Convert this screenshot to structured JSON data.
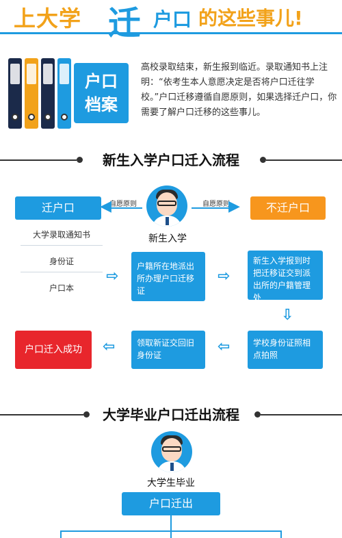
{
  "header": {
    "part1": "上大学",
    "part2": "迁",
    "part3": "户口",
    "part4": "的这些事儿!"
  },
  "intro": {
    "card_line1": "户口",
    "card_line2": "档案",
    "text": "高校录取结束，新生报到临近。录取通知书上注明：“依考生本人意愿决定是否将户口迁往学校。”户口迁移遵循自愿原则，如果选择迁户口，你需要了解户口迁移的这些事儿。"
  },
  "section1": {
    "title": "新生入学户口迁入流程",
    "student_caption": "新生入学",
    "left_label": "自愿原则",
    "right_label": "自愿原则",
    "move_button": "迁户口",
    "no_move_button": "不迁户口",
    "documents": [
      "大学录取通知书",
      "身份证",
      "户口本"
    ],
    "step_local_office": "户籍所在地派出所办理户口迁移证",
    "step_submit": "新生入学报到时把迁移证交到派出所的户籍管理处",
    "step_photo": "学校身份证照相点拍照",
    "step_new_id": "领取新证交回旧身份证",
    "step_success": "户口迁入成功"
  },
  "section2": {
    "title": "大学毕业户口迁出流程",
    "graduate_caption": "大学生毕业",
    "move_out_button": "户口迁出"
  },
  "colors": {
    "primary": "#1e9be0",
    "accent": "#f7961d",
    "success": "#e8262c",
    "header_orange": "#f2a21a"
  },
  "icons": [
    "binder-icon",
    "avatar-icon",
    "arrow-right-icon",
    "arrow-left-icon",
    "arrow-down-icon"
  ]
}
